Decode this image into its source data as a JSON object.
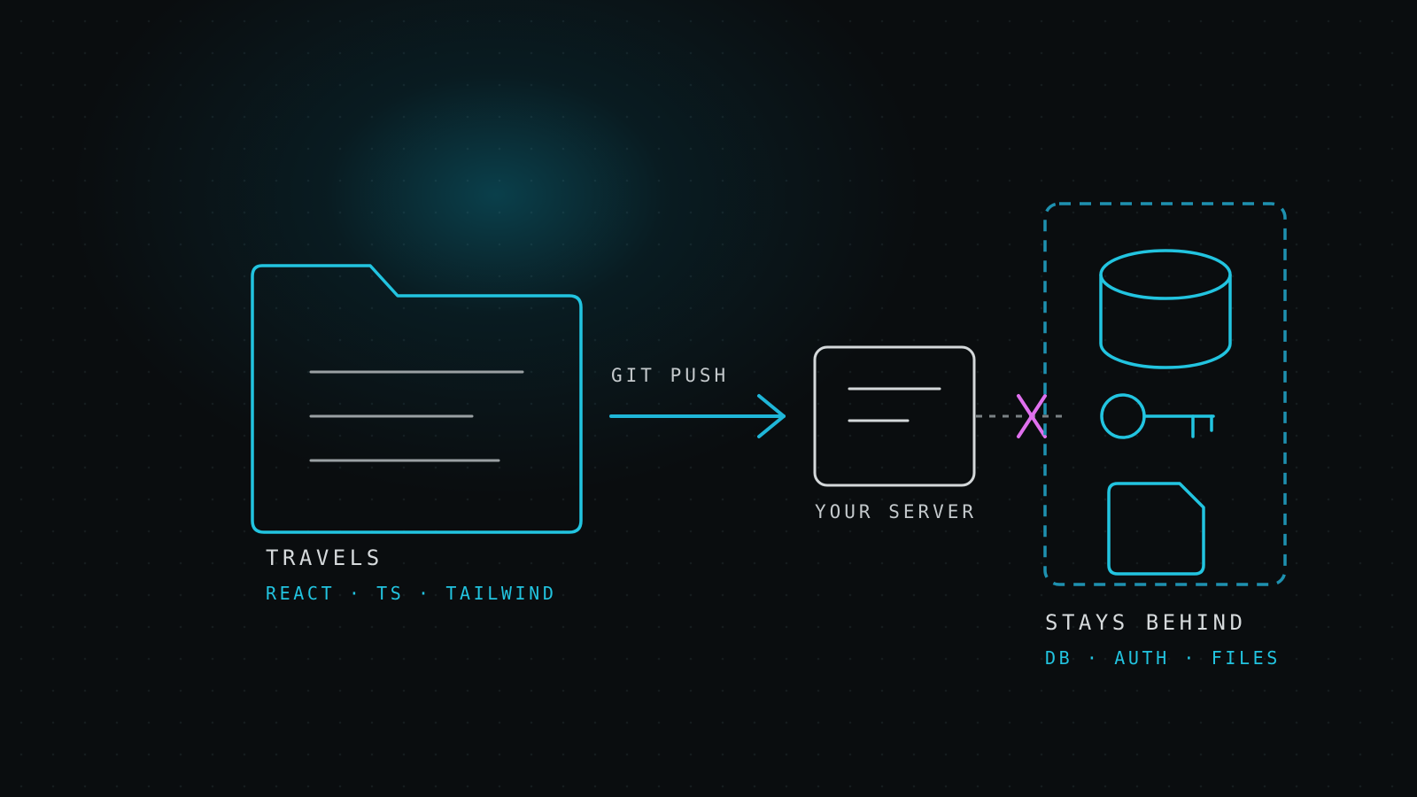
{
  "colors": {
    "accent": "#22c4e0",
    "accent_dim": "#1e91b0",
    "server_stroke": "#d4d8da",
    "line_gray": "#9aa0a3",
    "blocked": "#e070ee",
    "connector": "#7b8184",
    "background": "#0a0d0f"
  },
  "source": {
    "title": "TRAVELS",
    "stack": "REACT · TS · TAILWIND",
    "icon": "folder-icon"
  },
  "transfer": {
    "label": "GIT PUSH",
    "icon": "arrow-right-icon"
  },
  "server": {
    "label": "YOUR SERVER",
    "icon": "server-window-icon"
  },
  "blocked": {
    "icon": "x-mark-icon"
  },
  "behind": {
    "title": "STAYS BEHIND",
    "items": "DB · AUTH · FILES",
    "icons": [
      "database-icon",
      "key-icon",
      "file-icon"
    ]
  }
}
